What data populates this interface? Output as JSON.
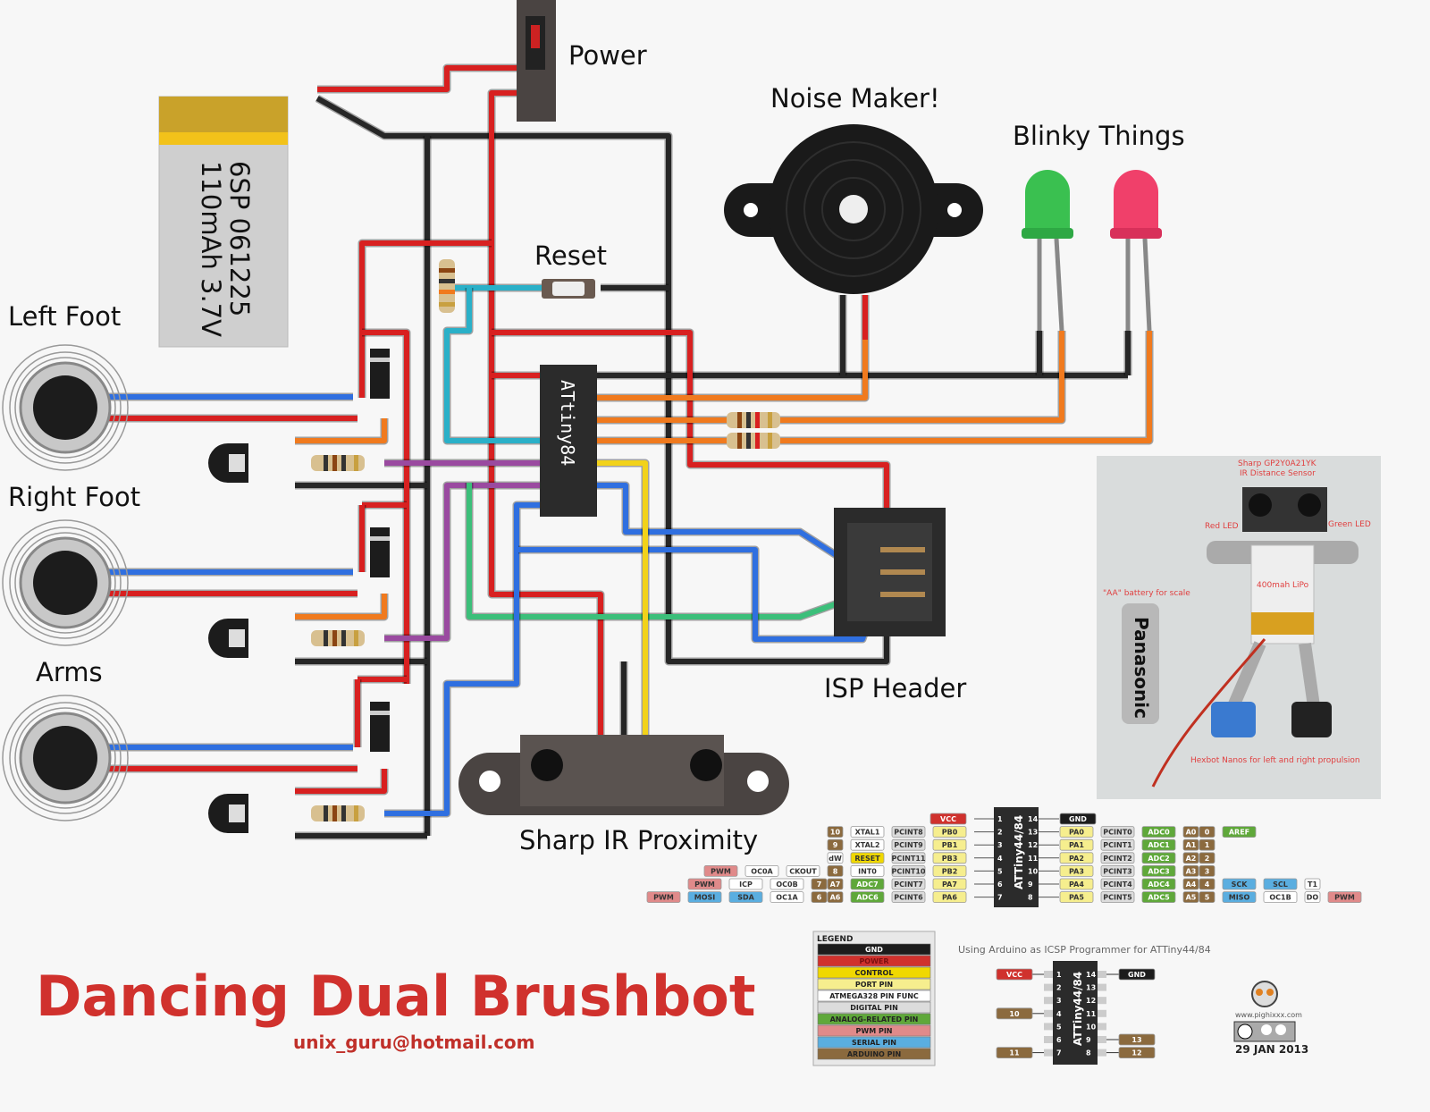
{
  "labels": {
    "power": "Power",
    "noise_maker": "Noise Maker!",
    "blinky_things": "Blinky Things",
    "reset": "Reset",
    "left_foot": "Left Foot",
    "right_foot": "Right Foot",
    "arms": "Arms",
    "isp_header": "ISP Header",
    "sharp_ir": "Sharp IR Proximity",
    "chip": "ATtiny84"
  },
  "battery": {
    "line1": "6SP 061225",
    "line2": "110mAh 3.7V"
  },
  "title": "Dancing Dual Brushbot",
  "email": "unix_guru@hotmail.com",
  "photo": {
    "sensor_line1": "Sharp GP2Y0A21YK",
    "sensor_line2": "IR Distance Sensor",
    "red_led": "Red LED",
    "green_led": "Green LED",
    "lipo": "400mah LiPo",
    "aa": "\"AA\" battery for scale",
    "hexbot": "Hexbot Nanos for left and right propulsion",
    "aa_brand": "Panasonic"
  },
  "colors": {
    "power": "#d0312d",
    "gnd": "#1c1c1c",
    "control": "#f0d800",
    "port": "#f6ee8e",
    "func": "#ffffff",
    "digital": "#dcdcdc",
    "analog": "#5fa83a",
    "pwm": "#e08a8a",
    "serial": "#5aaee0",
    "arduino": "#8b6a3e",
    "wire_red": "#d82020",
    "wire_black": "#262626",
    "wire_blue": "#2f6fe0",
    "wire_orange": "#f07a1e",
    "wire_purple": "#9a4aa0",
    "wire_teal": "#2ab0c8",
    "wire_green": "#3cbf7a",
    "wire_yellow": "#f2d21a"
  },
  "pinout": {
    "chip_label": "ATTiny44/84",
    "left": [
      {
        "pin": "1",
        "items": [
          {
            "t": "VCC",
            "k": "power"
          }
        ]
      },
      {
        "pin": "2",
        "items": [
          {
            "t": "10",
            "k": "arduino"
          },
          {
            "t": "XTAL1",
            "k": "func"
          },
          {
            "t": "PCINT8",
            "k": "digital"
          },
          {
            "t": "PB0",
            "k": "port"
          }
        ]
      },
      {
        "pin": "3",
        "items": [
          {
            "t": "9",
            "k": "arduino"
          },
          {
            "t": "XTAL2",
            "k": "func"
          },
          {
            "t": "PCINT9",
            "k": "digital"
          },
          {
            "t": "PB1",
            "k": "port"
          }
        ]
      },
      {
        "pin": "4",
        "items": [
          {
            "t": "dW",
            "k": "func"
          },
          {
            "t": "RESET",
            "k": "control"
          },
          {
            "t": "PCINT11",
            "k": "digital"
          },
          {
            "t": "PB3",
            "k": "port"
          }
        ]
      },
      {
        "pin": "5",
        "items": [
          {
            "t": "PWM",
            "k": "pwm"
          },
          {
            "t": "OC0A",
            "k": "func"
          },
          {
            "t": "CKOUT",
            "k": "func"
          },
          {
            "t": "8",
            "k": "arduino"
          },
          {
            "t": "INT0",
            "k": "func"
          },
          {
            "t": "PCINT10",
            "k": "digital"
          },
          {
            "t": "PB2",
            "k": "port"
          }
        ]
      },
      {
        "pin": "6",
        "items": [
          {
            "t": "PWM",
            "k": "pwm"
          },
          {
            "t": "ICP",
            "k": "func"
          },
          {
            "t": "OC0B",
            "k": "func"
          },
          {
            "t": "7",
            "k": "arduino"
          },
          {
            "t": "A7",
            "k": "arduino"
          },
          {
            "t": "ADC7",
            "k": "analog"
          },
          {
            "t": "PCINT7",
            "k": "digital"
          },
          {
            "t": "PA7",
            "k": "port"
          }
        ]
      },
      {
        "pin": "7",
        "items": [
          {
            "t": "PWM",
            "k": "pwm"
          },
          {
            "t": "MOSI",
            "k": "serial"
          },
          {
            "t": "SDA",
            "k": "serial"
          },
          {
            "t": "OC1A",
            "k": "func"
          },
          {
            "t": "6",
            "k": "arduino"
          },
          {
            "t": "A6",
            "k": "arduino"
          },
          {
            "t": "ADC6",
            "k": "analog"
          },
          {
            "t": "PCINT6",
            "k": "digital"
          },
          {
            "t": "PA6",
            "k": "port"
          }
        ]
      }
    ],
    "right": [
      {
        "pin": "14",
        "items": [
          {
            "t": "GND",
            "k": "gnd"
          }
        ]
      },
      {
        "pin": "13",
        "items": [
          {
            "t": "PA0",
            "k": "port"
          },
          {
            "t": "PCINT0",
            "k": "digital"
          },
          {
            "t": "ADC0",
            "k": "analog"
          },
          {
            "t": "A0",
            "k": "arduino"
          },
          {
            "t": "0",
            "k": "arduino"
          },
          {
            "t": "AREF",
            "k": "analog"
          }
        ]
      },
      {
        "pin": "12",
        "items": [
          {
            "t": "PA1",
            "k": "port"
          },
          {
            "t": "PCINT1",
            "k": "digital"
          },
          {
            "t": "ADC1",
            "k": "analog"
          },
          {
            "t": "A1",
            "k": "arduino"
          },
          {
            "t": "1",
            "k": "arduino"
          }
        ]
      },
      {
        "pin": "11",
        "items": [
          {
            "t": "PA2",
            "k": "port"
          },
          {
            "t": "PCINT2",
            "k": "digital"
          },
          {
            "t": "ADC2",
            "k": "analog"
          },
          {
            "t": "A2",
            "k": "arduino"
          },
          {
            "t": "2",
            "k": "arduino"
          }
        ]
      },
      {
        "pin": "10",
        "items": [
          {
            "t": "PA3",
            "k": "port"
          },
          {
            "t": "PCINT3",
            "k": "digital"
          },
          {
            "t": "ADC3",
            "k": "analog"
          },
          {
            "t": "A3",
            "k": "arduino"
          },
          {
            "t": "3",
            "k": "arduino"
          }
        ]
      },
      {
        "pin": "9",
        "items": [
          {
            "t": "PA4",
            "k": "port"
          },
          {
            "t": "PCINT4",
            "k": "digital"
          },
          {
            "t": "ADC4",
            "k": "analog"
          },
          {
            "t": "A4",
            "k": "arduino"
          },
          {
            "t": "4",
            "k": "arduino"
          },
          {
            "t": "SCK",
            "k": "serial"
          },
          {
            "t": "SCL",
            "k": "serial"
          },
          {
            "t": "T1",
            "k": "func"
          }
        ]
      },
      {
        "pin": "8",
        "items": [
          {
            "t": "PA5",
            "k": "port"
          },
          {
            "t": "PCINT5",
            "k": "digital"
          },
          {
            "t": "ADC5",
            "k": "analog"
          },
          {
            "t": "A5",
            "k": "arduino"
          },
          {
            "t": "5",
            "k": "arduino"
          },
          {
            "t": "MISO",
            "k": "serial"
          },
          {
            "t": "OC1B",
            "k": "func"
          },
          {
            "t": "DO",
            "k": "func"
          },
          {
            "t": "PWM",
            "k": "pwm"
          }
        ]
      }
    ]
  },
  "legend": {
    "title": "LEGEND",
    "items": [
      {
        "t": "GND",
        "k": "gnd"
      },
      {
        "t": "POWER",
        "k": "power"
      },
      {
        "t": "CONTROL",
        "k": "control"
      },
      {
        "t": "PORT PIN",
        "k": "port"
      },
      {
        "t": "ATMEGA328 PIN FUNC",
        "k": "func"
      },
      {
        "t": "DIGITAL PIN",
        "k": "digital"
      },
      {
        "t": "ANALOG-RELATED PIN",
        "k": "analog"
      },
      {
        "t": "PWM PIN",
        "k": "pwm"
      },
      {
        "t": "SERIAL PIN",
        "k": "serial"
      },
      {
        "t": "ARDUINO PIN",
        "k": "arduino"
      }
    ]
  },
  "icsp": {
    "title": "Using Arduino as ICSP Programmer for ATTiny44/84",
    "chip_label": "ATTiny44/84",
    "left_pins": [
      "1",
      "2",
      "3",
      "4",
      "5",
      "6",
      "7"
    ],
    "right_pins": [
      "14",
      "13",
      "12",
      "11",
      "10",
      "9",
      "8"
    ],
    "left_labels": [
      {
        "t": "VCC",
        "k": "power"
      },
      null,
      null,
      {
        "t": "10",
        "k": "arduino"
      },
      null,
      null,
      {
        "t": "11",
        "k": "arduino"
      }
    ],
    "right_labels": [
      {
        "t": "GND",
        "k": "gnd"
      },
      null,
      null,
      null,
      null,
      {
        "t": "13",
        "k": "arduino"
      },
      {
        "t": "12",
        "k": "arduino"
      }
    ]
  },
  "credit": {
    "site": "www.pighixxx.com",
    "date": "29 JAN 2013"
  }
}
